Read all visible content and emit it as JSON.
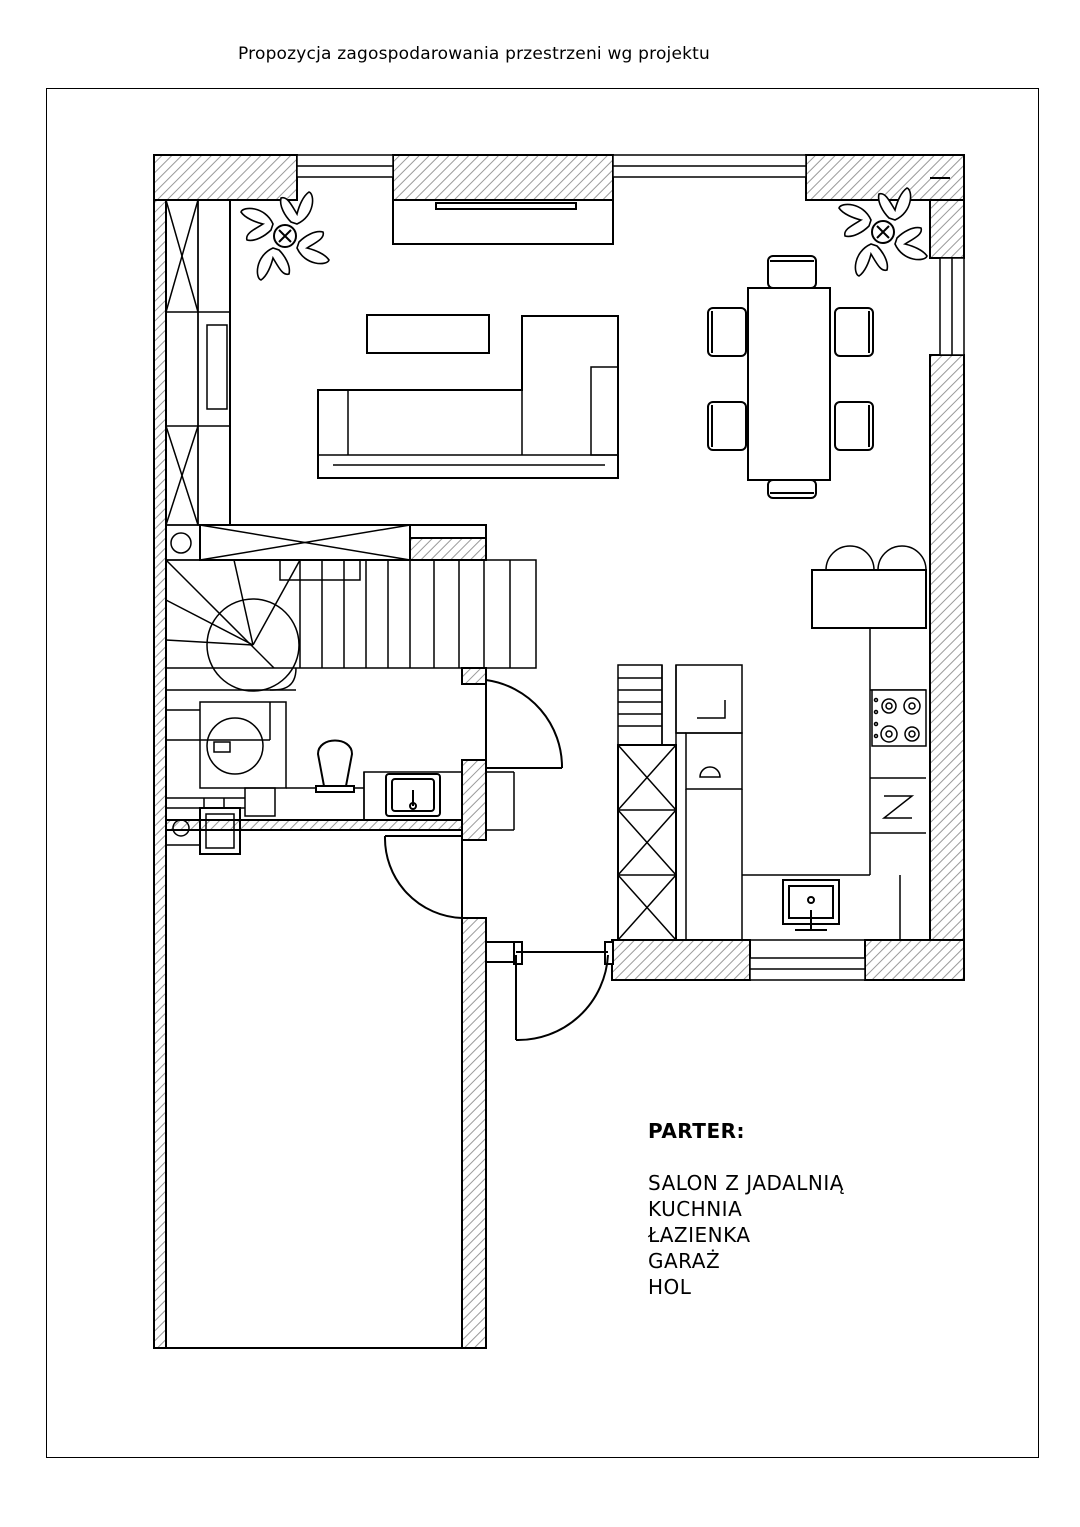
{
  "header": {
    "title": "Propozycja zagospodarowania przestrzeni wg projektu"
  },
  "legend": {
    "heading": "PARTER:",
    "rooms": [
      "SALON Z JADALNIĄ",
      "KUCHNIA",
      "ŁAZIENKA",
      "GARAŻ",
      "HOL"
    ]
  },
  "colors": {
    "line": "#000000",
    "hatch": "#9a9a9a",
    "background": "#ffffff"
  },
  "icons": {
    "plant": "plant-icon",
    "stove": "stove-icon",
    "sink": "sink-icon",
    "toilet": "toilet-icon"
  }
}
